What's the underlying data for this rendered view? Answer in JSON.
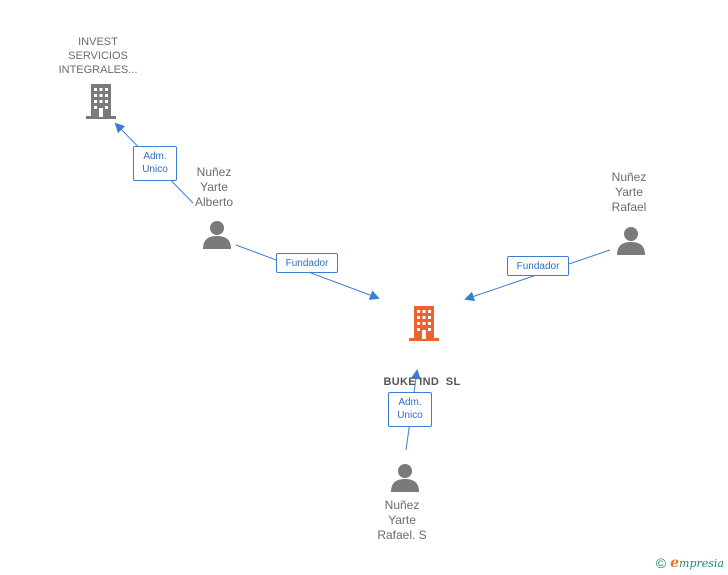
{
  "nodes": {
    "invest": {
      "lines": [
        "INVEST",
        "SERVICIOS",
        "INTEGRALES..."
      ],
      "icon": "building-icon",
      "color": "#7a7a7a"
    },
    "alberto": {
      "lines": [
        "Nuñez",
        "Yarte",
        "Alberto"
      ],
      "icon": "person-icon",
      "color": "#7a7a7a"
    },
    "rafael": {
      "lines": [
        "Nuñez",
        "Yarte",
        "Rafael"
      ],
      "icon": "person-icon",
      "color": "#7a7a7a"
    },
    "buke": {
      "name": "BUKE IND  SL",
      "icon": "building-icon",
      "color": "#f0622d"
    },
    "rafael_s": {
      "lines": [
        "Nuñez",
        "Yarte",
        "Rafael.  S"
      ],
      "icon": "person-icon",
      "color": "#7a7a7a"
    }
  },
  "edges": {
    "adm_invest": {
      "lines": [
        "Adm.",
        "Unico"
      ]
    },
    "fund_alberto": {
      "lines": [
        "Fundador"
      ]
    },
    "fund_rafael": {
      "lines": [
        "Fundador"
      ]
    },
    "adm_buke": {
      "lines": [
        "Adm.",
        "Unico"
      ]
    }
  },
  "edge_color": "#3b7fd4",
  "footer": {
    "copyright": "©",
    "brand_initial": "e",
    "brand_rest": "mpresia"
  }
}
